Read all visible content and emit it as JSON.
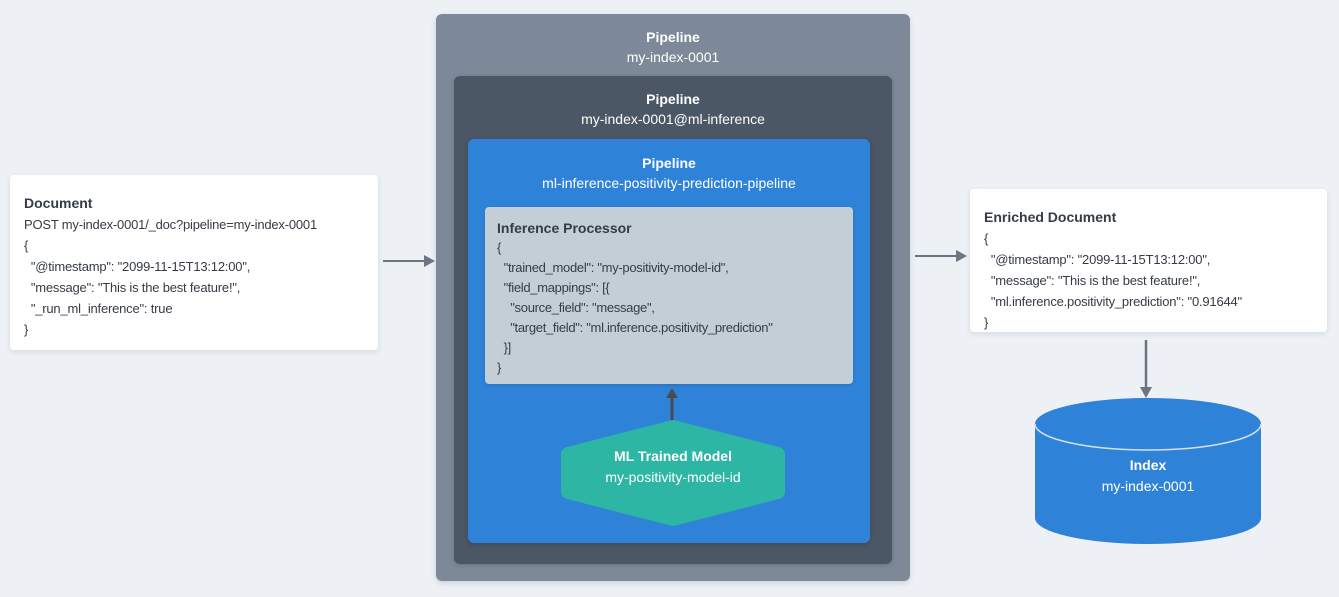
{
  "colors": {
    "background": "#edf1f6",
    "card_bg": "#ffffff",
    "outer_pipeline_bg": "#7d8998",
    "mid_pipeline_bg": "#4b5765",
    "inner_pipeline_bg": "#2e83d9",
    "processor_bg": "#c4ced7",
    "model_hexagon": "#2db6a3",
    "index_cylinder": "#2e83d9",
    "arrow": "#6b7582",
    "arrow_dark": "#474c54",
    "text_dark": "#353c46",
    "text_light": "#ffffff"
  },
  "document_card": {
    "title": "Document",
    "lines": [
      "POST my-index-0001/_doc?pipeline=my-index-0001",
      "{",
      "  \"@timestamp\": \"2099-11-15T13:12:00\",",
      "  \"message\": \"This is the best feature!\",",
      "  \"_run_ml_inference\": true",
      "}"
    ]
  },
  "outer_pipeline": {
    "title": "Pipeline",
    "subtitle": "my-index-0001"
  },
  "mid_pipeline": {
    "title": "Pipeline",
    "subtitle": "my-index-0001@ml-inference"
  },
  "inner_pipeline": {
    "title": "Pipeline",
    "subtitle": "ml-inference-positivity-prediction-pipeline"
  },
  "inference_processor": {
    "title": "Inference Processor",
    "lines": [
      "{",
      "  \"trained_model\": \"my-positivity-model-id\",",
      "  \"field_mappings\": [{",
      "    \"source_field\": \"message\",",
      "    \"target_field\": \"ml.inference.positivity_prediction\"",
      "  }]",
      "}"
    ]
  },
  "ml_model": {
    "title": "ML Trained Model",
    "subtitle": "my-positivity-model-id"
  },
  "enriched_card": {
    "title": "Enriched Document",
    "lines": [
      "{",
      "  \"@timestamp\": \"2099-11-15T13:12:00\",",
      "  \"message\": \"This is the best feature!\",",
      "  \"ml.inference.positivity_prediction\": \"0.91644\"",
      "}"
    ]
  },
  "index": {
    "title": "Index",
    "subtitle": "my-index-0001"
  }
}
